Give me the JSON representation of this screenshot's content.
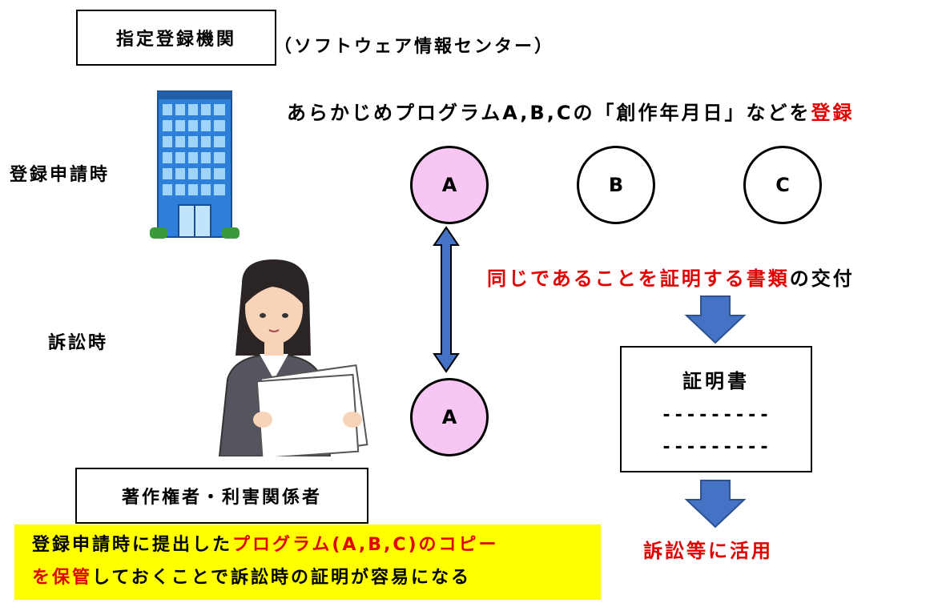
{
  "registry": {
    "box_label": "指定登録機関",
    "sub_label": "（ソフトウェア情報センター）"
  },
  "headline": {
    "text_black": "あらかじめプログラムA,B,Cの「創作年月日」などを",
    "text_red": "登録"
  },
  "phases": {
    "registration": "登録申請時",
    "litigation": "訴訟時"
  },
  "programs": {
    "a_top": "A",
    "b": "B",
    "c": "C",
    "a_bottom": "A"
  },
  "issuance": {
    "text_red": "同じであることを証明する書類",
    "text_black": "の交付"
  },
  "certificate": {
    "title": "証明書",
    "line1": "---------",
    "line2": "---------"
  },
  "usage": "訴訟等に活用",
  "holder": {
    "box_label": "著作権者・利害関係者"
  },
  "note": {
    "line1_black": "登録申請時に提出した",
    "line1_red": "プログラム(A,B,C)のコピー",
    "line2_red": "を保管",
    "line2_black": "しておくことで訴訟時の証明が容易になる"
  },
  "colors": {
    "accent_red": "#e00000",
    "circle_pink": "#f7c6f2",
    "arrow_blue": "#4472c4",
    "note_yellow": "#ffff00"
  },
  "icons": [
    "office-building-icon",
    "businesswoman-reading-icon",
    "double-arrow-icon",
    "down-arrow-icon"
  ]
}
